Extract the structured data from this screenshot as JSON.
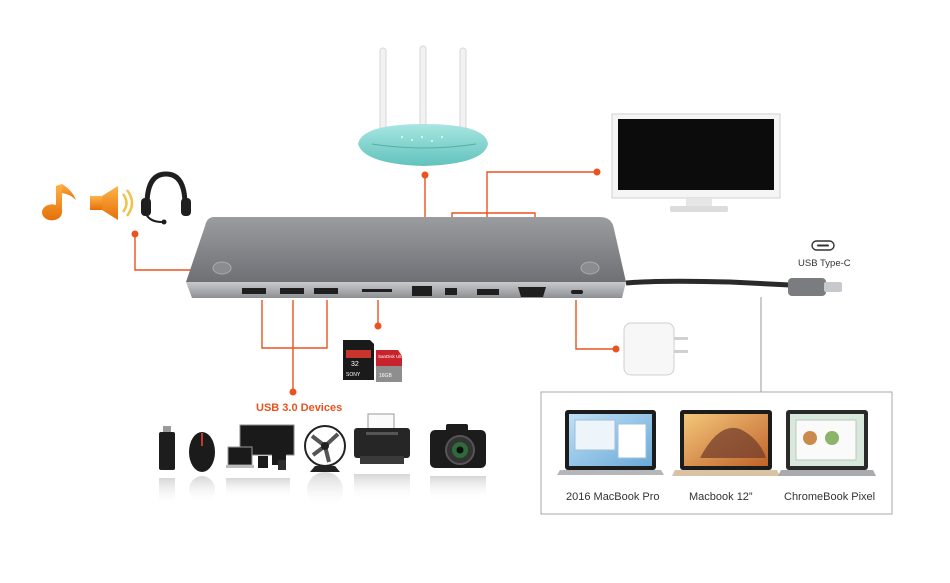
{
  "labels": {
    "usb3_devices": "USB 3.0 Devices",
    "usb_type_c": "USB Type-C"
  },
  "laptops": [
    {
      "caption": "2016 MacBook Pro"
    },
    {
      "caption": "Macbook 12”"
    },
    {
      "caption": "ChromeBook Pixel"
    }
  ],
  "cards": {
    "sd_capacity": "32",
    "sd_brand": "SONY",
    "micro_brand": "SanDisk Ultra",
    "micro_capacity": "16GB"
  },
  "colors": {
    "accent": "#e8531f",
    "hub_body": "#7b7d82",
    "router_teal": "#7fd4cf",
    "note_orange": "#f28a1c"
  },
  "icons": [
    "music-note-icon",
    "speaker-icon",
    "headset-icon",
    "router-icon",
    "monitor-icon",
    "usb-c-port-icon",
    "power-adapter-icon",
    "usb-flash-drive-icon",
    "mouse-icon",
    "screens-icon",
    "fan-icon",
    "printer-icon",
    "camera-icon",
    "sd-card-icon",
    "microsd-card-icon"
  ]
}
